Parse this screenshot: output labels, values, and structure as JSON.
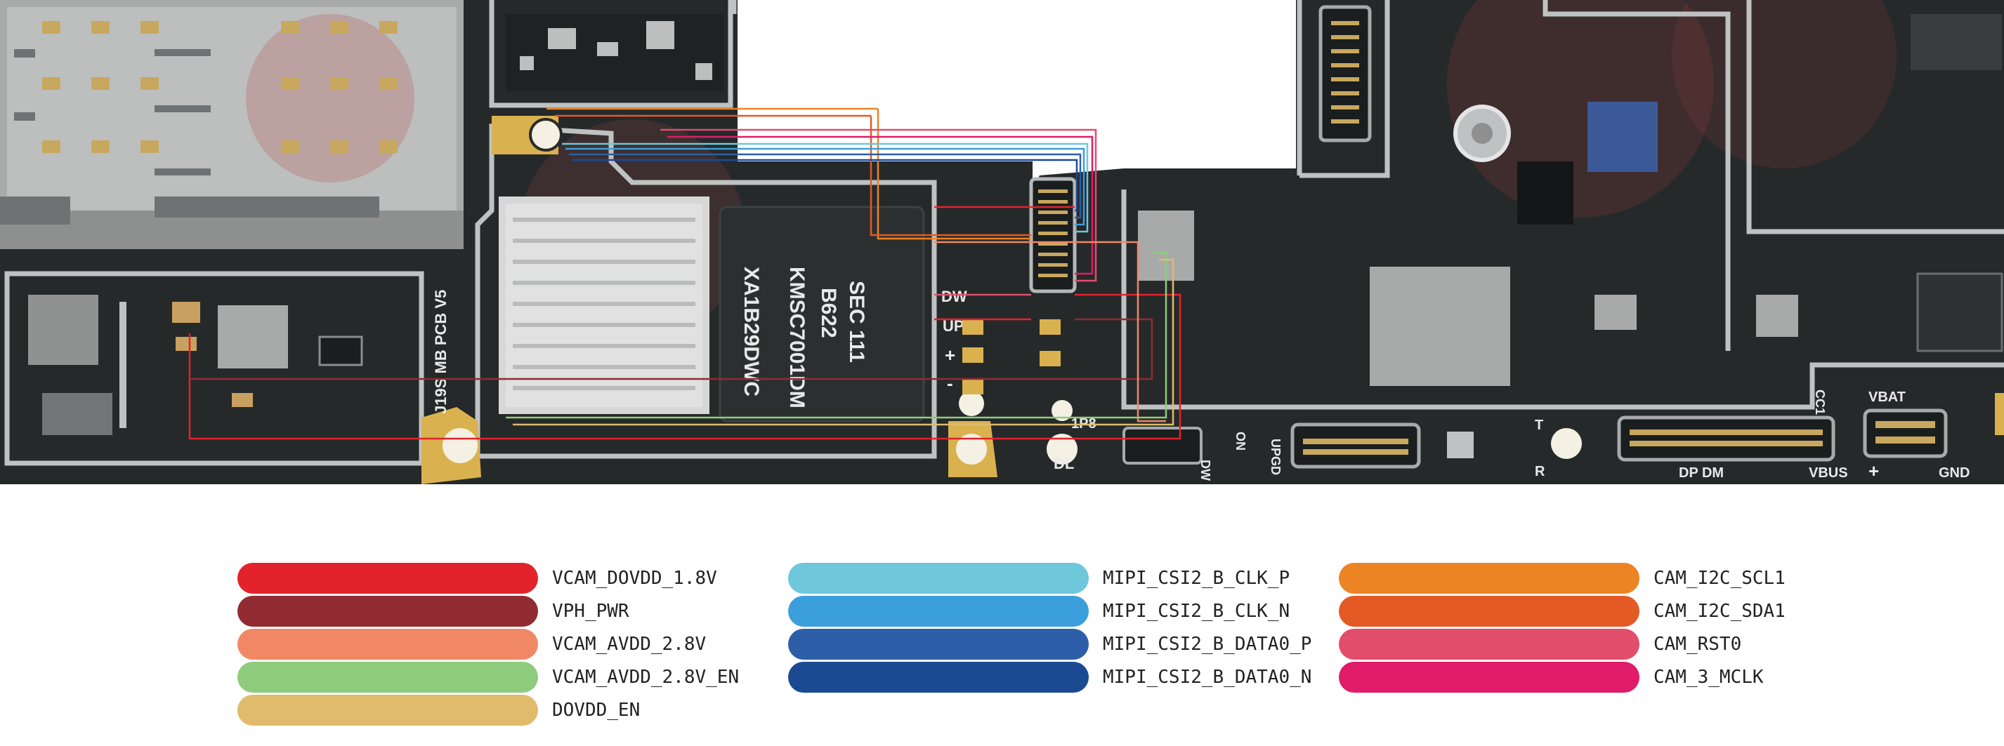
{
  "board": {
    "silkscreen": {
      "left_part_label": "J19S MB PCB V5",
      "chip_marking_1": "SEC 111",
      "chip_marking_2": "B622",
      "chip_marking_3": "KMSC7001DM",
      "chip_marking_4": "XA1B29DWC",
      "dw_left": "DW",
      "up_left": "UP",
      "plus": "+",
      "minus": "-",
      "ip8": "1P8",
      "dl": "DL",
      "dw_right": "DW",
      "on": "ON",
      "upgd": "UPGD",
      "t": "T",
      "r": "R",
      "cc1": "CC1",
      "dp_dm": "DP DM",
      "vbus": "VBUS",
      "vbat": "VBAT",
      "gnd": "GND",
      "plus_right": "+"
    },
    "colors": {
      "pcb": "#26292a",
      "pcb_dark": "#1d2021",
      "copper_outline": "#bfc2c2",
      "pad": "#c9b48a",
      "silver": "#cfd0cf"
    }
  },
  "legend": {
    "items": [
      {
        "label": "VCAM_DOVDD_1.8V",
        "color": "#e2232c"
      },
      {
        "label": "VPH_PWR",
        "color": "#902c32"
      },
      {
        "label": "VCAM_AVDD_2.8V",
        "color": "#f08866"
      },
      {
        "label": "VCAM_AVDD_2.8V_EN",
        "color": "#8fcb7c"
      },
      {
        "label": "DOVDD_EN",
        "color": "#dfbb6b"
      },
      {
        "label": "MIPI_CSI2_B_CLK_P",
        "color": "#6ec7da"
      },
      {
        "label": "MIPI_CSI2_B_CLK_N",
        "color": "#3b9fdb"
      },
      {
        "label": "MIPI_CSI2_B_DATA0_P",
        "color": "#2d5fa8"
      },
      {
        "label": "MIPI_CSI2_B_DATA0_N",
        "color": "#1b4a93"
      },
      {
        "label": "CAM_I2C_SCL1",
        "color": "#ec8424"
      },
      {
        "label": "CAM_I2C_SDA1",
        "color": "#e35a25"
      },
      {
        "label": "CAM_RST0",
        "color": "#e24d6b"
      },
      {
        "label": "CAM_3_MCLK",
        "color": "#e01b6a"
      }
    ]
  }
}
